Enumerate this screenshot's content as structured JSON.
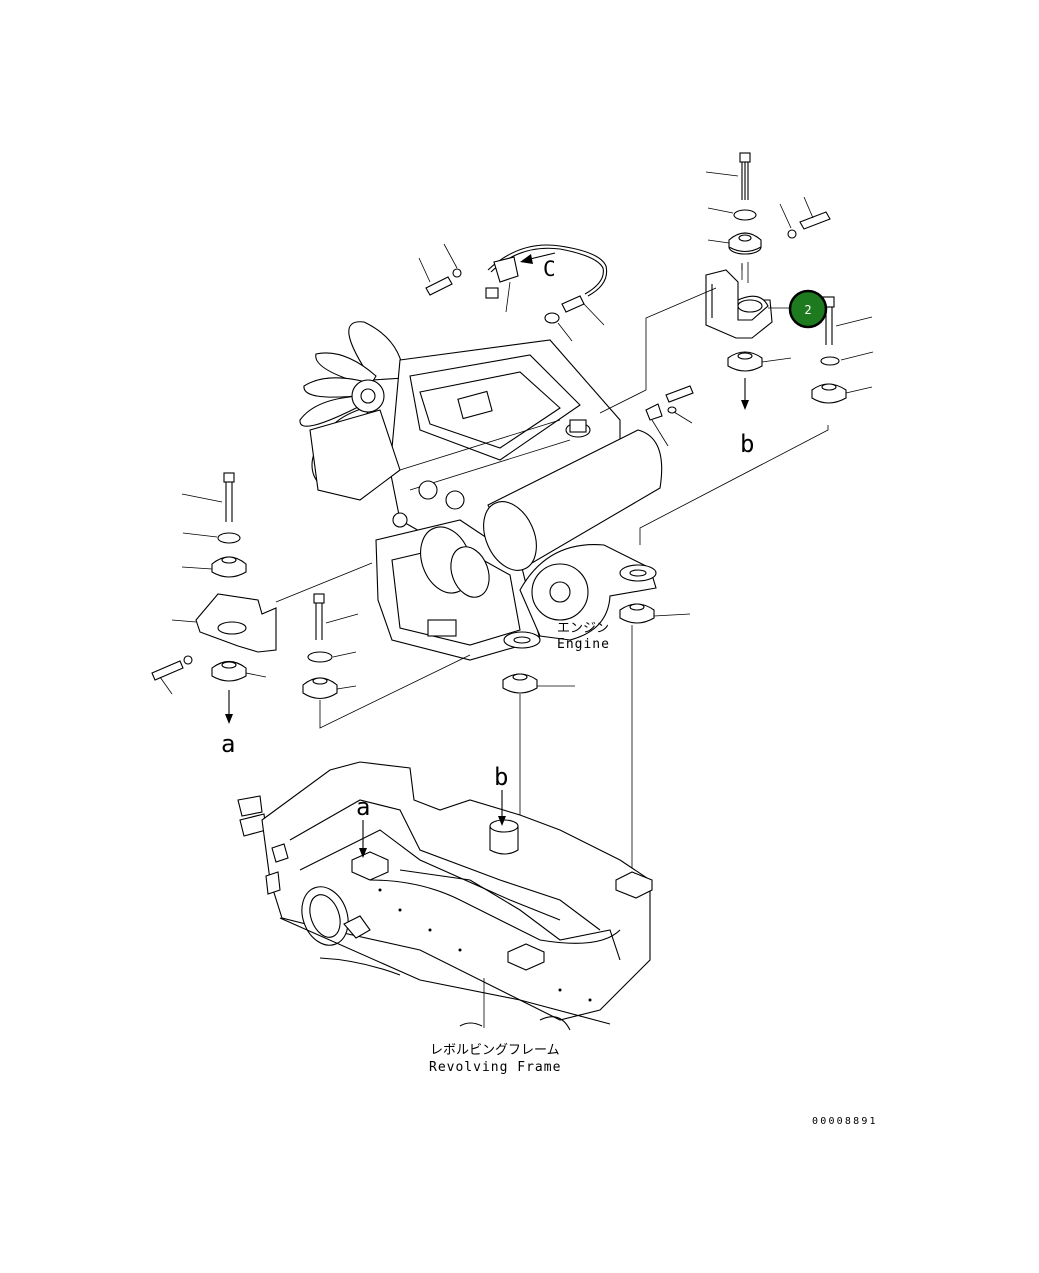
{
  "labels": {
    "engine_jp": "エンジン",
    "engine_en": "Engine",
    "frame_jp": "レボルビングフレーム",
    "frame_en": "Revolving Frame",
    "ref_a": "a",
    "ref_b": "b",
    "ref_c": "C",
    "drawing_number": "00008891"
  },
  "callout": {
    "number": "2",
    "color": "#1e7a1e"
  }
}
